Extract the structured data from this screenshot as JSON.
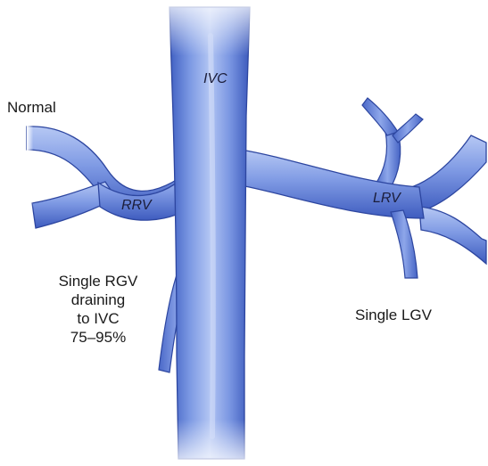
{
  "labels": {
    "normal": "Normal",
    "ivc": "IVC",
    "rrv": "RRV",
    "lrv": "LRV",
    "single_rgv_lines": [
      "Single RGV",
      "draining",
      "to IVC",
      "75–95%"
    ],
    "single_lgv": "Single LGV"
  },
  "colors": {
    "vein_light": "#9fb6ee",
    "vein_mid": "#6f8fe0",
    "vein_dark": "#3c5bbf",
    "outline": "#2d46a0",
    "highlight": "#cad7f8",
    "text": "#1a1a1a"
  }
}
